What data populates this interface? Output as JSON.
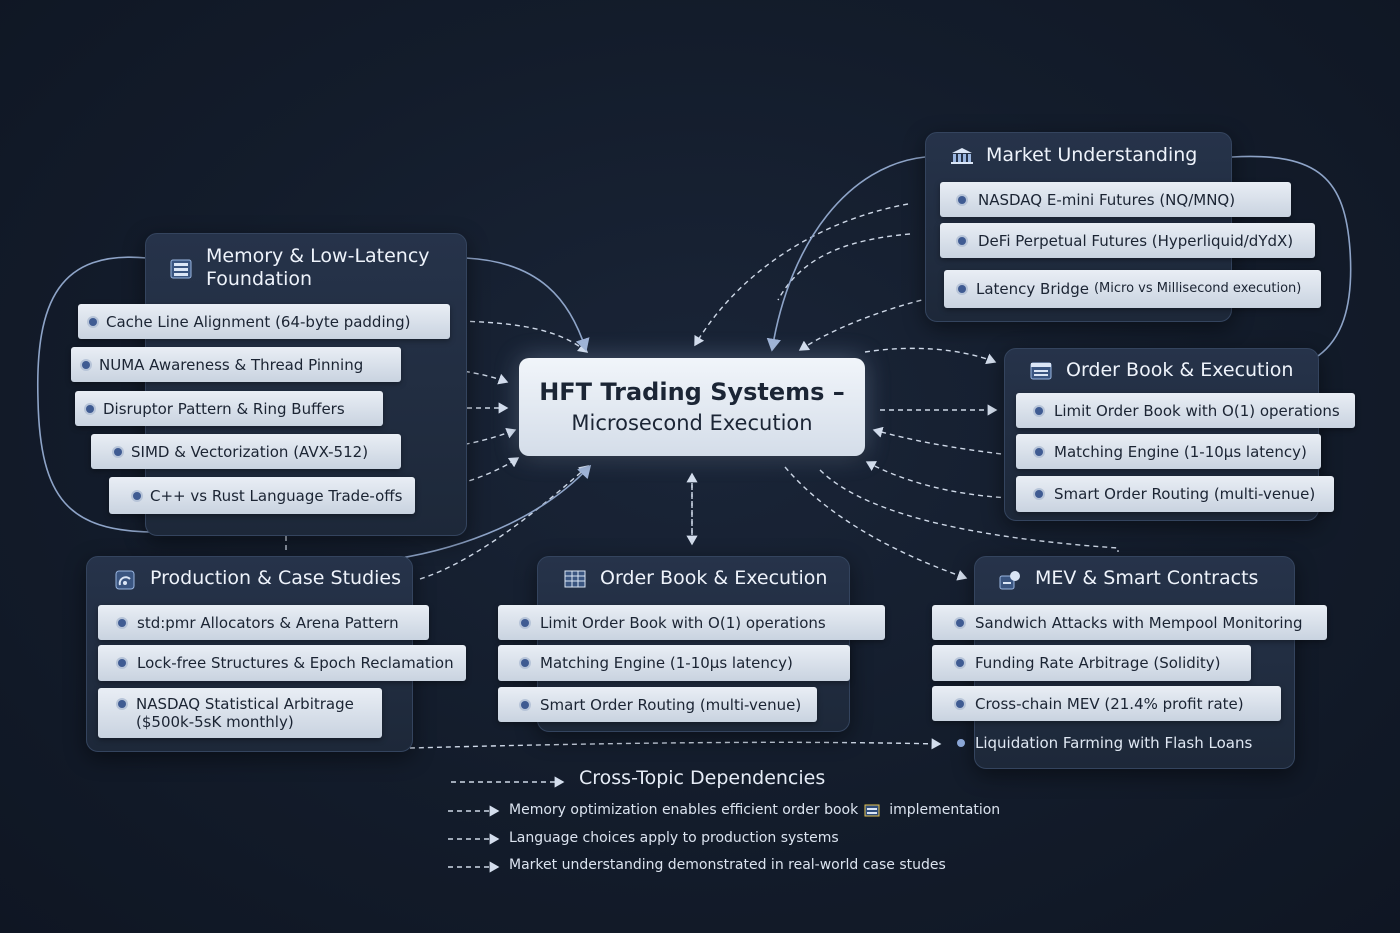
{
  "central": {
    "line1": "HFT Trading Systems –",
    "line2": "Microsecond Execution"
  },
  "memory": {
    "title_line1": "Memory & Low-Latency",
    "title_line2": "Foundation",
    "icon": "server-rack-icon",
    "items": [
      "Cache Line Alignment (64-byte padding)",
      "NUMA Awareness & Thread Pinning",
      "Disruptor Pattern & Ring Buffers",
      "SIMD & Vectorization (AVX-512)",
      "C++ vs Rust Language Trade-offs"
    ]
  },
  "market": {
    "title": "Market Understanding",
    "icon": "exchange-building-icon",
    "items": [
      "NASDAQ E-mini Futures (NQ/MNQ)",
      "DeFi Perpetual Futures (Hyperliquid/dYdX)"
    ],
    "latency_label": "Latency Bridge",
    "latency_detail": "(Micro vs Millisecond execution)"
  },
  "orderbook_right": {
    "title": "Order Book & Execution",
    "icon": "order-book-icon",
    "items": [
      "Limit Order Book with O(1) operations",
      "Matching Engine (1-10μs latency)",
      "Smart Order Routing (multi-venue)"
    ]
  },
  "orderbook_center": {
    "title": "Order Book & Execution",
    "icon": "table-grid-icon",
    "items": [
      "Limit Order Book with O(1) operations",
      "Matching Engine (1-10μs latency)",
      "Smart Order Routing (multi-venue)"
    ]
  },
  "production": {
    "title": "Production & Case Studies",
    "icon": "document-chart-icon",
    "items": [
      "std:pmr Allocators & Arena Pattern",
      "Lock-free Structures & Epoch Reclamation"
    ],
    "arb_line1": "NASDAQ Statistical Arbitrage",
    "arb_line2": "($500k-5sK monthly)"
  },
  "mev": {
    "title": "MEV & Smart Contracts",
    "icon": "contract-node-icon",
    "items": [
      "Sandwich Attacks with Mempool Monitoring",
      "Funding Rate Arbitrage (Solidity)",
      "Cross-chain MEV (21.4% profit rate)",
      "Liquidation Farming with Flash Loans"
    ]
  },
  "legend": {
    "title": "Cross-Topic Dependencies",
    "item1_a": "Memory optimization  enables  efficient order book",
    "item1_b": "implementation",
    "item2": "Language choices apply to production systems",
    "item3": "Market understanding demonstrated in real-world case studes"
  },
  "colors": {
    "background": "#131c2b",
    "panel": "#222e42",
    "chip": "#dfe6ef",
    "connector": "#c7d3e6",
    "accent_dot": "#3f5b92"
  }
}
